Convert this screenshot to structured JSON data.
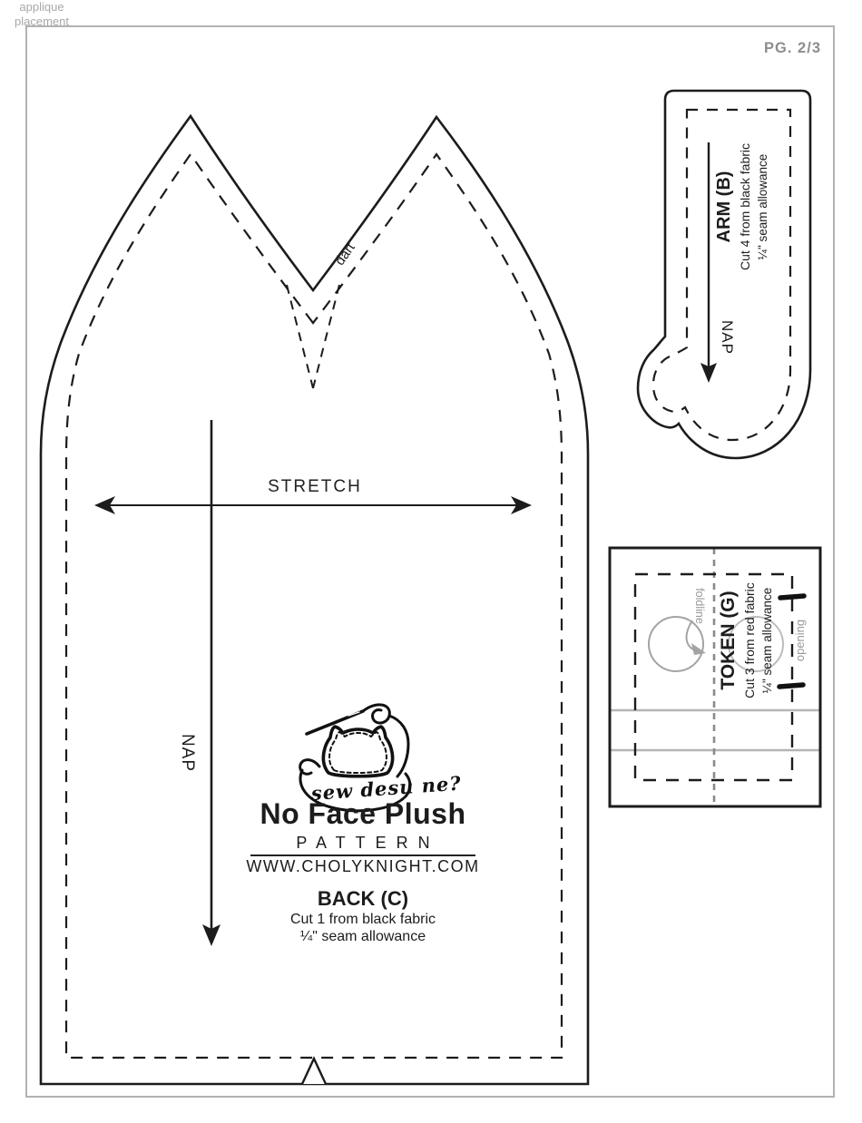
{
  "page": {
    "number_label": "PG. 2/3"
  },
  "logo": {
    "script": "sew desu ne?",
    "title": "No Face Plush",
    "subtitle": "PATTERN",
    "website": "WWW.CHOLYKNIGHT.COM"
  },
  "pieces": {
    "back": {
      "name": "BACK (C)",
      "cut": "Cut 1 from black fabric",
      "seam": "¼\" seam allowance",
      "stretch_label": "STRETCH",
      "nap_label": "NAP",
      "dart_label": "dart"
    },
    "arm": {
      "name": "ARM (B)",
      "cut": "Cut 4 from black fabric",
      "seam": "¼\" seam allowance",
      "nap_label": "NAP"
    },
    "token": {
      "name": "TOKEN (G)",
      "cut": "Cut 3 from red fabric",
      "seam": "¼\" seam allowance",
      "foldline_label": "foldline",
      "opening_label": "opening",
      "applique_line1": "applique",
      "applique_line2": "placement"
    }
  },
  "colors": {
    "line": "#1c1c1c",
    "gray_label": "#999999",
    "light_gray": "#b5b5b5",
    "page_border": "#b2b2b2",
    "page_number": "#8d8d8d"
  }
}
